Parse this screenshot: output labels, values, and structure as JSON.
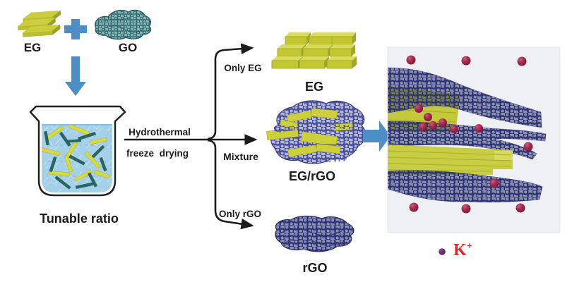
{
  "figure": {
    "inputs": {
      "eg_label": "EG",
      "go_label": "GO",
      "plus_symbol": "+"
    },
    "beaker": {
      "caption": "Tunable ratio"
    },
    "process": {
      "line1": "Hydrothermal",
      "line2": "freeze drying"
    },
    "branches": {
      "top": "Only EG",
      "middle": "Mixture",
      "bottom": "Only rGO"
    },
    "products": {
      "top": "EG",
      "middle": "EG/rGO",
      "bottom": "rGO"
    },
    "legend": {
      "ion": "K",
      "charge": "+"
    },
    "colors": {
      "arrow_blue": "#4c8ec5",
      "eg_yellow": "#c3c830",
      "go_teal": "#2d7377",
      "rgo_navy": "#2e3577",
      "mix_purple": "#4a4f9b",
      "ion_red": "#a42a50",
      "legend_text_red": "#e8262a",
      "panel_bg": "#eef0f3",
      "liquid_blue": "#a5d0ea"
    }
  }
}
